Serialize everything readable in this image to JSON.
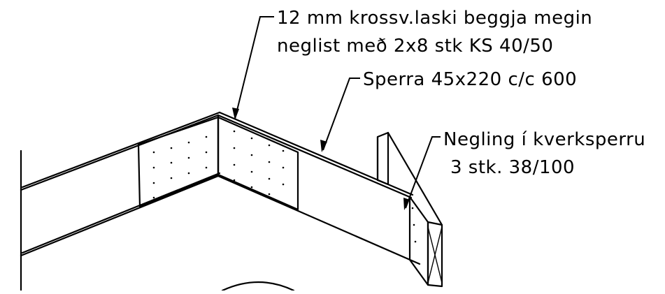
{
  "annotations": {
    "gusset_line1": "12 mm krossv.laski beggja megin",
    "gusset_line2": "neglist með 2x8 stk KS 40/50",
    "rafter": "Sperra 45x220 c/c 600",
    "valley_line1": "Negling í kverksperru",
    "valley_line2": "3 stk. 38/100"
  }
}
